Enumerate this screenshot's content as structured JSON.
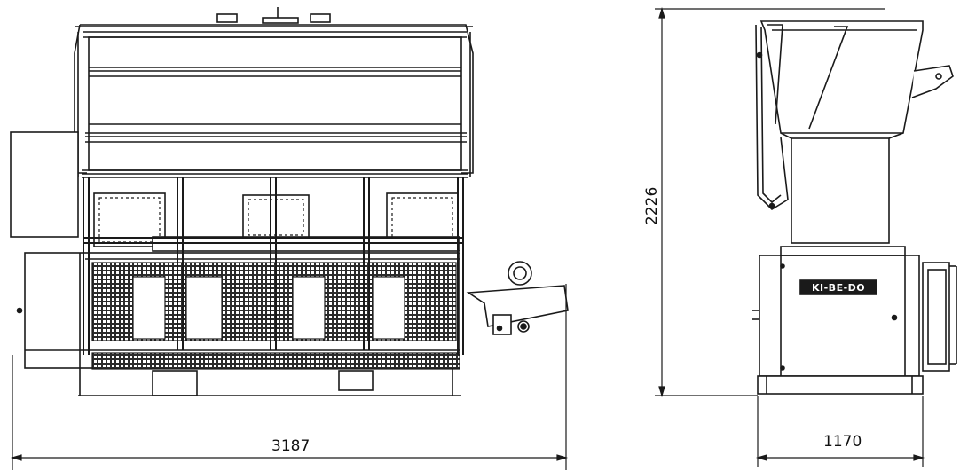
{
  "front_view": {
    "width_dimension": "3187"
  },
  "side_view": {
    "height_dimension": "2226",
    "depth_dimension": "1170",
    "logo_text": "KI-BE-DO"
  },
  "colors": {
    "line": "#1a1a1a",
    "mesh": "#2a2a2a",
    "background": "#ffffff"
  }
}
